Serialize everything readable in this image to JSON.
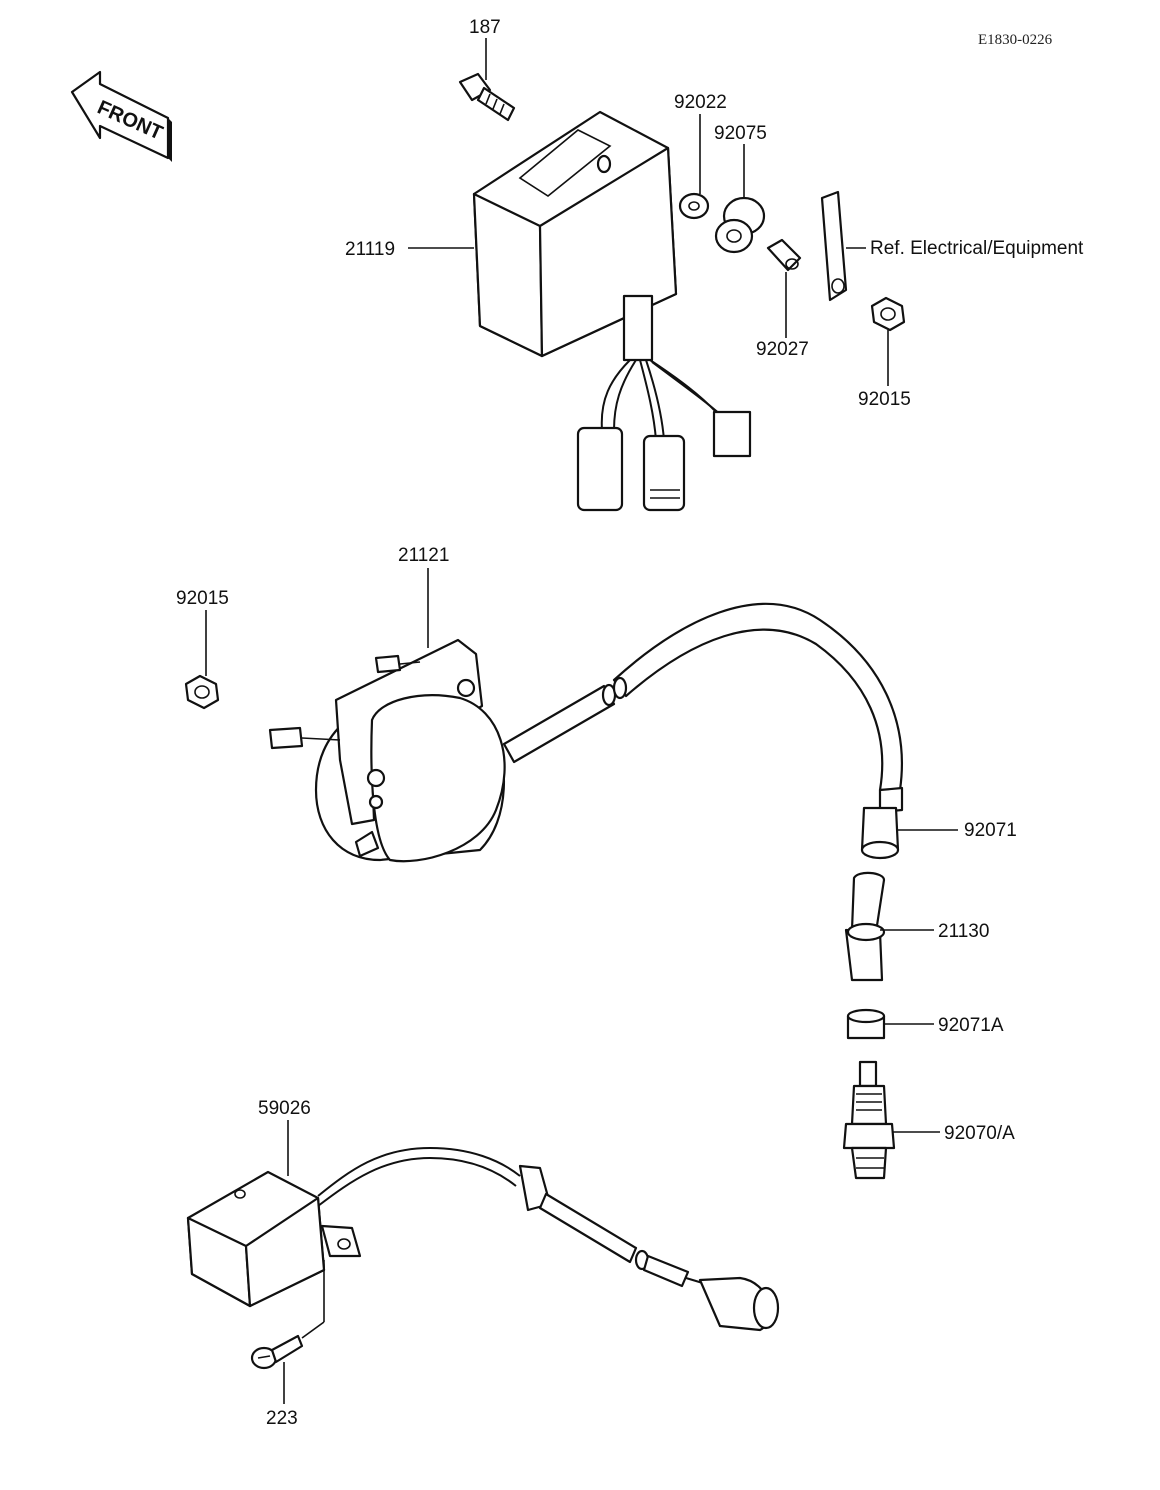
{
  "drawing_code": "E1830-0226",
  "front_mark": "FRONT",
  "labels": {
    "p187": "187",
    "p92022": "92022",
    "p92075": "92075",
    "p21119": "21119",
    "ref_electrical": "Ref. Electrical/Equipment",
    "p92027": "92027",
    "p92015_top": "92015",
    "p21121": "21121",
    "p92015_left": "92015",
    "p92071": "92071",
    "p21130": "21130",
    "p92071A": "92071A",
    "p92070A": "92070/A",
    "p59026": "59026",
    "p223": "223"
  }
}
